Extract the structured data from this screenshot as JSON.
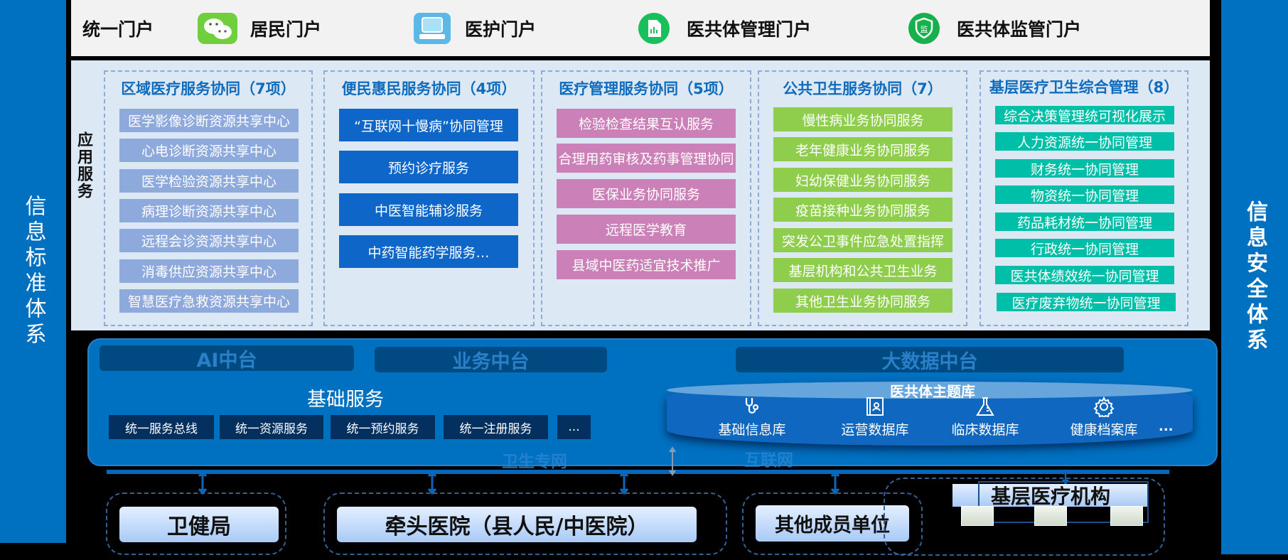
{
  "left_bar": {
    "label": "信息标准体系"
  },
  "right_bar": {
    "label": "信息安全体系"
  },
  "portals": {
    "unified": "统一门户",
    "items": [
      {
        "label": "居民门户",
        "icon": "wechat-icon"
      },
      {
        "label": "医护门户",
        "icon": "computer-icon"
      },
      {
        "label": "医共体管理门户",
        "icon": "report-document-icon"
      },
      {
        "label": "医共体监管门户",
        "icon": "shield-supervise-icon"
      }
    ],
    "supervise_glyph": "监"
  },
  "app_services": {
    "label": "应用服务",
    "groups": [
      {
        "title": "区域医疗服务协同（7项）",
        "color": "#8ea9db",
        "items": [
          "医学影像诊断资源共享中心",
          "心电诊断资源共享中心",
          "医学检验资源共享中心",
          "病理诊断资源共享中心",
          "远程会诊资源共享中心",
          "消毒供应资源共享中心",
          "智慧医疗急救资源共享中心"
        ]
      },
      {
        "title": "便民惠民服务协同（4项）",
        "color": "#0e66c8",
        "items": [
          "“互联网十慢病”协同管理",
          "预约诊疗服务",
          "中医智能辅诊服务",
          "中药智能药学服务…"
        ]
      },
      {
        "title": "医疗管理服务协同（5项）",
        "color": "#cc80b8",
        "items": [
          "检验检查结果互认服务",
          "合理用药审核及药事管理协同",
          "医保业务协同服务",
          "远程医学教育",
          "县域中医药适宜技术推广"
        ]
      },
      {
        "title": "公共卫生服务协同（7）",
        "color": "#8fce4c",
        "items": [
          "慢性病业务协同服务",
          "老年健康业务协同服务",
          "妇幼保健业务协同服务",
          "疫苗接种业务协同服务",
          "突发公卫事件应急处置指挥",
          "基层机构和公共卫生业务",
          "其他卫生业务协同服务"
        ]
      },
      {
        "title": "基层医疗卫生综合管理（8）",
        "color": "#00bfa8",
        "items": [
          "综合决策管理统可视化展示",
          "人力资源统一协同管理",
          "财务统一协同管理",
          "物资统一协同管理",
          "药品耗材统一协同管理",
          "行政统一协同管理",
          "医共体绩效统一协同管理",
          "医疗废弃物统一协同管理"
        ]
      }
    ]
  },
  "platform": {
    "ai_hub": "AI中台",
    "business_hub": "业务中台",
    "bigdata_hub": "大数据中台",
    "basic_services": {
      "title": "基础服务",
      "items": [
        "统一服务总线",
        "统一资源服务",
        "统一预约服务",
        "统一注册服务",
        "..."
      ]
    },
    "theme_db": {
      "title": "医共体主题库",
      "items": [
        {
          "label": "基础信息库",
          "icon": "stethoscope-icon"
        },
        {
          "label": "运营数据库",
          "icon": "contact-book-icon"
        },
        {
          "label": "临床数据库",
          "icon": "flask-icon"
        },
        {
          "label": "健康档案库",
          "icon": "gear-icon"
        }
      ],
      "more": "..."
    },
    "networks": {
      "health_net": "卫生专网",
      "internet": "互联网"
    }
  },
  "organizations": {
    "health_bureau": "卫健局",
    "lead_hospital": "牵头医院（县人民/中医院）",
    "other_members": "其他成员单位",
    "primary_care": "基层医疗机构"
  }
}
